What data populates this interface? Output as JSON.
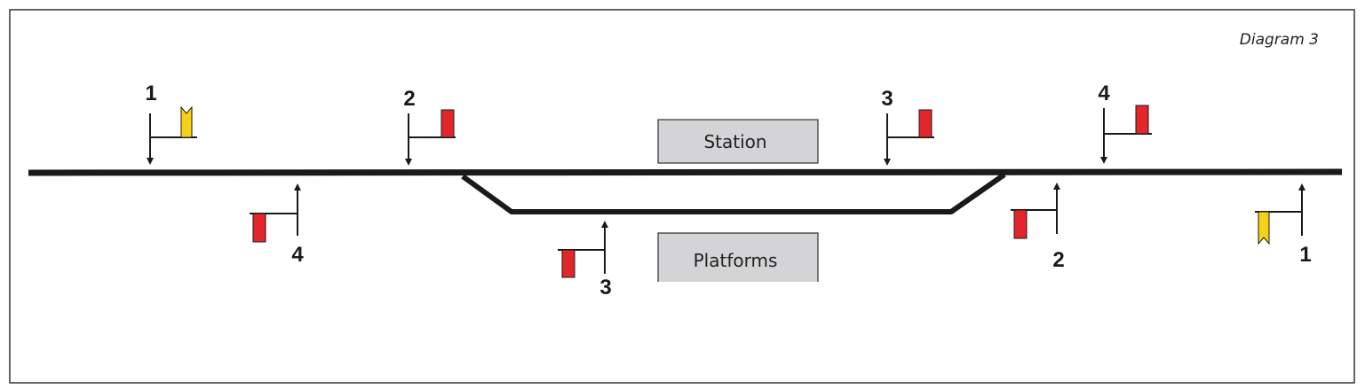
{
  "diagram_title": "Diagram 3",
  "colors": {
    "track": "#1a1a1a",
    "stop_signal": "#e3262b",
    "distant_signal": "#f7d117",
    "box_fill": "#d4d4d6",
    "frame": "#333333"
  },
  "buildings": {
    "station": "Station",
    "platforms": "Platforms"
  },
  "signals": {
    "up_line": [
      {
        "number": "1",
        "type": "distant",
        "color": "yellow"
      },
      {
        "number": "2",
        "type": "stop",
        "color": "red"
      },
      {
        "number": "3",
        "type": "stop",
        "color": "red"
      },
      {
        "number": "4",
        "type": "stop",
        "color": "red"
      }
    ],
    "down_line": [
      {
        "number": "4",
        "type": "stop",
        "color": "red"
      },
      {
        "number": "3",
        "type": "stop",
        "color": "red"
      },
      {
        "number": "2",
        "type": "stop",
        "color": "red"
      },
      {
        "number": "1",
        "type": "distant",
        "color": "yellow"
      }
    ]
  }
}
